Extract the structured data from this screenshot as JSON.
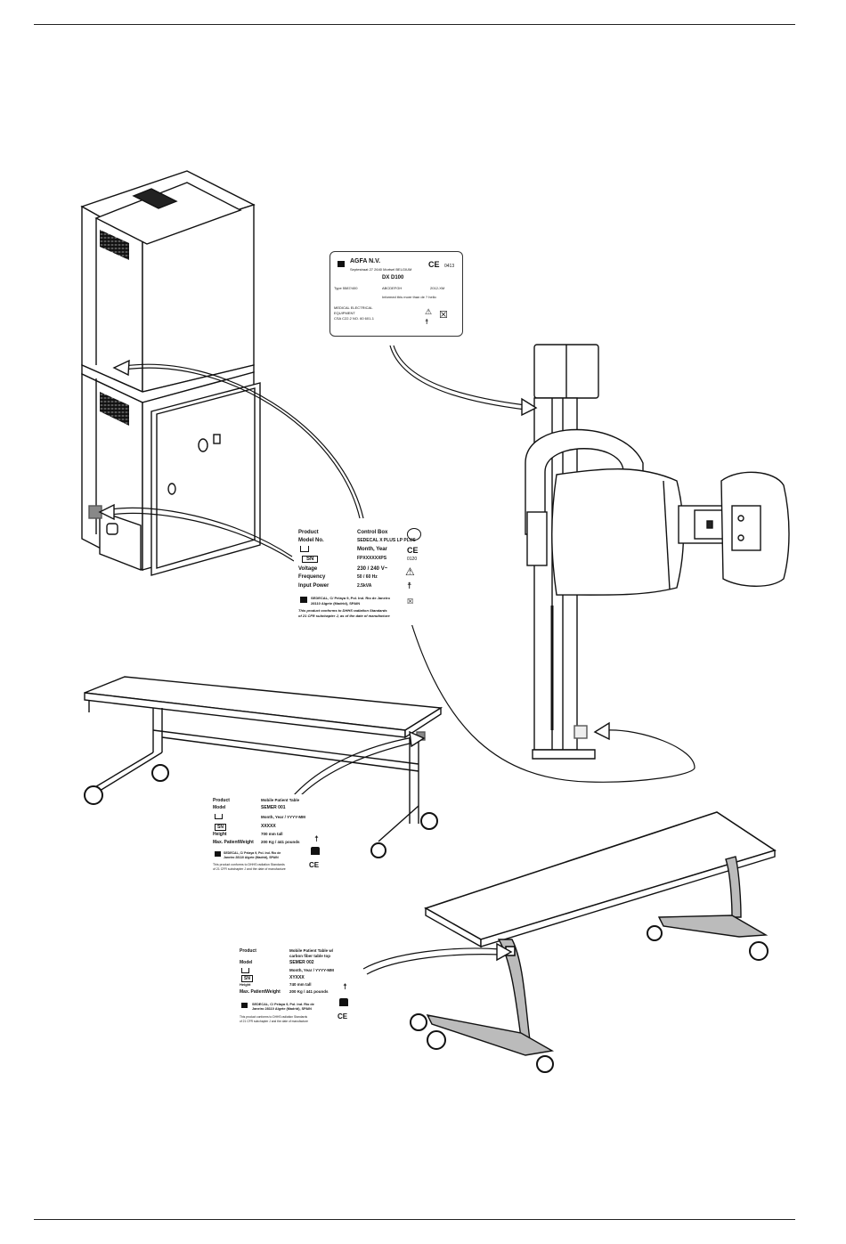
{
  "agfa_label": {
    "company": "AGFA N.V.",
    "address": "Septestraat 27 2640 Mortsel BELGIUM",
    "ce": "CE",
    "ce_number": "0413",
    "model": "DX D100",
    "line1_left": "Type 5587/400",
    "line1_mid": "ABCDEFGH",
    "line1_right": "2012-XM",
    "line2": "Informed this more than de ? hello",
    "line3": "MEDICAL ELECTRICAL",
    "line4": "EQUIPMENT",
    "line5": "CSA C22.2 NO. 60 601-1"
  },
  "control_box_label": {
    "rows": [
      {
        "key": "Product",
        "value": "Control Box"
      },
      {
        "key": "Model No.",
        "value": "SEDECAL X PLUS LP PLUS"
      },
      {
        "key": "",
        "value": "Month, Year"
      },
      {
        "key": "SN",
        "value": "FPXXXXXXPS"
      },
      {
        "key": "Voltage",
        "value": "230 / 240 V~"
      },
      {
        "key": "Frequency",
        "value": "50 / 60 Hz"
      },
      {
        "key": "Input Power",
        "value": "2.5kVA"
      }
    ],
    "ce": "CE",
    "ce_number": "0120",
    "manufacturer": "SEDECAL, C/ Pelaya 9, Pol. Ind. Río de Janeiro",
    "manufacturer2": "28110 Algete (Madrid), SPAIN",
    "conformity1": "This product conforms to DHHS radiation Standards",
    "conformity2": "of 21 CFR subchapter J, as of the date of manufacture"
  },
  "semer001_label": {
    "rows": [
      {
        "key": "Product",
        "value": "Mobile Patient Table"
      },
      {
        "key": "Model",
        "value": "SEMER 001"
      },
      {
        "key": "",
        "value": "Month, Year / YYYY-MM"
      },
      {
        "key": "SN",
        "value": "XXXXX"
      },
      {
        "key": "Height",
        "value": "700 mm tall"
      },
      {
        "key": "Max. PatientWeight",
        "value": "200 Kg / 441 pounds"
      }
    ],
    "manufacturer": "SEDECAL, C/ Pelaya 9, Pol. Ind. Río de",
    "manufacturer2": "Janeiro 28110 Algete (Madrid), SPAIN",
    "conformity1": "This product conforms to DHHS radiation Standards",
    "conformity2": "of 21 CFR subchapter J and the date of manufacture",
    "ce": "CE"
  },
  "semer002_label": {
    "rows": [
      {
        "key": "Product",
        "value": "Mobile Patient Table w/"
      },
      {
        "key": "",
        "value": "carbon fiber table top"
      },
      {
        "key": "Model",
        "value": "SEMER 002"
      },
      {
        "key": "",
        "value": "Month, Year / YYYY-MM"
      },
      {
        "key": "SN",
        "value": "XYXXX"
      },
      {
        "key": "Height",
        "value": "740 mm tall"
      },
      {
        "key": "Max. PatientWeight",
        "value": "200 Kg / 441 pounds"
      }
    ],
    "manufacturer": "SEDECAL, C/ Pelaya 9, Pol. Ind. Río de",
    "manufacturer2": "Janeiro 28110 Algete (Madrid), SPAIN",
    "conformity1": "This product conforms to DHHS radiation Standards",
    "conformity2": "of 21 CFR subchapter J and the date of manufacture",
    "ce": "CE"
  }
}
